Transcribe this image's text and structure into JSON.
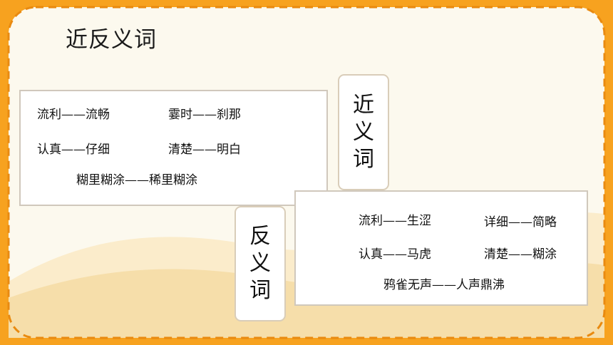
{
  "slide": {
    "title": "近反义词",
    "colors": {
      "frame": "#f7a21f",
      "dash": "#e98a10",
      "canvas": "#fcf9ee",
      "wave": "#f7e3b3",
      "wave_light": "#fbeccb"
    }
  },
  "synonyms": {
    "tag_chars": [
      "近",
      "义",
      "词"
    ],
    "pairs": [
      "流利——流畅",
      "霎时——刹那",
      "认真——仔细",
      "清楚——明白",
      "糊里糊涂——稀里糊涂"
    ]
  },
  "antonyms": {
    "tag_chars": [
      "反",
      "义",
      "词"
    ],
    "pairs": [
      "流利——生涩",
      "详细——简略",
      "认真——马虎",
      "清楚——糊涂",
      "鸦雀无声——人声鼎沸"
    ]
  }
}
